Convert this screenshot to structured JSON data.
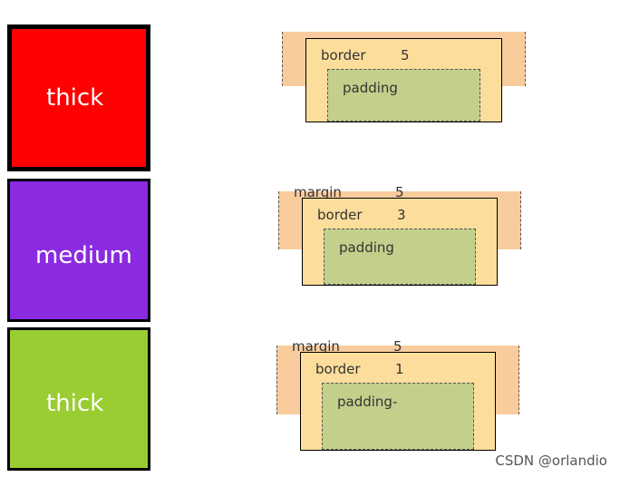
{
  "swatches": [
    {
      "label": "thick",
      "color": "#ff0000"
    },
    {
      "label": "medium",
      "color": "#8a2be2"
    },
    {
      "label": "thick",
      "color": "#9acd32"
    }
  ],
  "box_models": [
    {
      "margin_label": "",
      "margin_value": "",
      "border_label": "border",
      "border_value": "5",
      "padding_label": "padding"
    },
    {
      "margin_label": "margin",
      "margin_value": "5",
      "border_label": "border",
      "border_value": "3",
      "padding_label": "padding"
    },
    {
      "margin_label": "margin",
      "margin_value": "5",
      "border_label": "border",
      "border_value": "1",
      "padding_label": "padding-"
    }
  ],
  "colors": {
    "margin": "#f9cc9d",
    "border": "#fddd9b",
    "padding": "#c3d08b"
  },
  "watermark": "CSDN @orlandio"
}
